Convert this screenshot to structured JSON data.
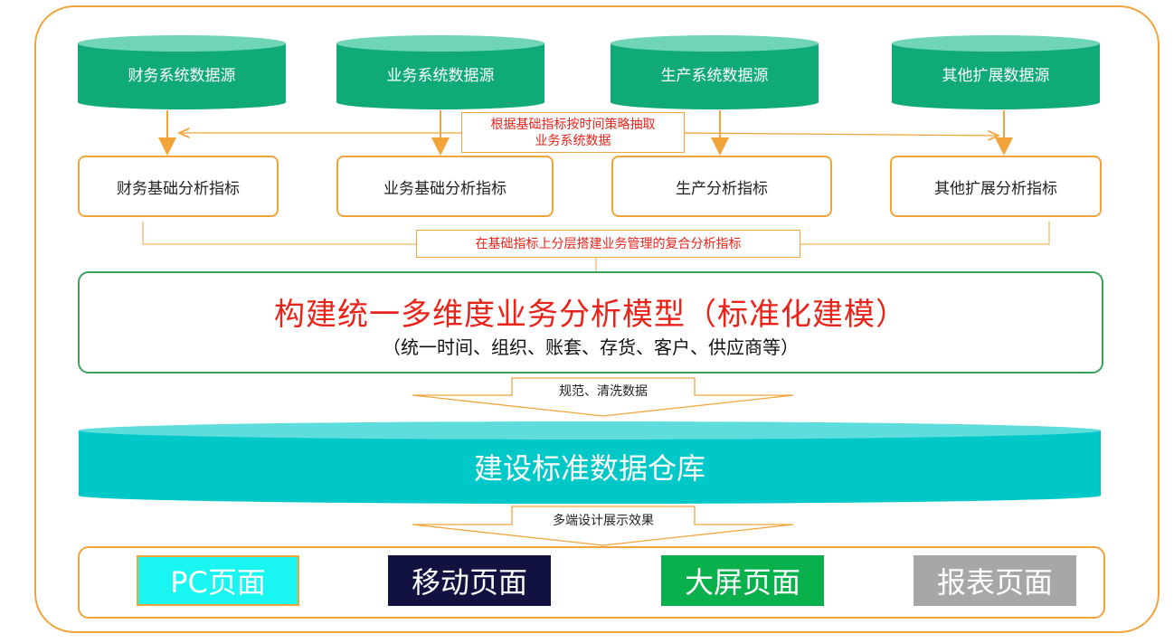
{
  "sources": [
    {
      "label": "财务系统数据源"
    },
    {
      "label": "业务系统数据源"
    },
    {
      "label": "生产系统数据源"
    },
    {
      "label": "其他扩展数据源"
    }
  ],
  "extract_note": {
    "line1": "根据基础指标按时间策略抽取",
    "line2": "业务系统数据"
  },
  "indicators": [
    {
      "label": "财务基础分析指标"
    },
    {
      "label": "业务基础分析指标"
    },
    {
      "label": "生产分析指标"
    },
    {
      "label": "其他扩展分析指标"
    }
  ],
  "composite_note": "在基础指标上分层搭建业务管理的复合分析指标",
  "model": {
    "title": "构建统一多维度业务分析模型（标准化建模）",
    "subtitle": "（统一时间、组织、账套、存货、客户、供应商等）"
  },
  "clean_arrow": "规范、清洗数据",
  "warehouse": "建设标准数据仓库",
  "display_arrow": "多端设计展示效果",
  "outputs": [
    {
      "label": "PC页面",
      "bg": "#19f5f0",
      "fg": "#ffffff"
    },
    {
      "label": "移动页面",
      "bg": "#111240",
      "fg": "#ffffff"
    },
    {
      "label": "大屏页面",
      "bg": "#0ab04c",
      "fg": "#ffffff"
    },
    {
      "label": "报表页面",
      "bg": "#a7a7a7",
      "fg": "#ffffff"
    }
  ],
  "colors": {
    "accent_orange": "#f0a43a",
    "cylinder_green": "#0faa78",
    "cylinder_top": "#6fd5b6",
    "warehouse_teal": "#00c8c8",
    "warehouse_top": "#5fdcdc",
    "model_border": "#3aa35a",
    "red_text": "#e8231a"
  }
}
